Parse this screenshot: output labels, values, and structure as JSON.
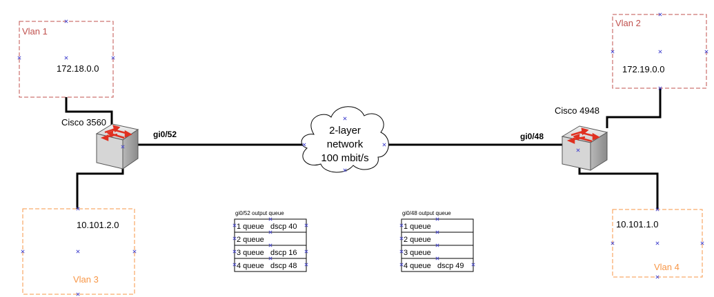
{
  "vlans": {
    "vlan1": {
      "name": "Vlan 1",
      "subnet": "172.18.0.0"
    },
    "vlan2": {
      "name": "Vlan 2",
      "subnet": "172.19.0.0"
    },
    "vlan3": {
      "name": "Vlan 3",
      "subnet": "10.101.2.0"
    },
    "vlan4": {
      "name": "Vlan 4",
      "subnet": "10.101.1.0"
    }
  },
  "switches": {
    "left": {
      "model": "Cisco 3560",
      "port": "gi0/52"
    },
    "right": {
      "model": "Cisco 4948",
      "port": "gi0/48"
    }
  },
  "cloud": {
    "line1": "2-layer",
    "line2": "network",
    "line3": "100 mbit/s"
  },
  "queues": {
    "left": {
      "title": "gi0/52 output queue",
      "rows": [
        {
          "queue": "1 queue",
          "dscp": "dscp 40"
        },
        {
          "queue": "2 queue",
          "dscp": ""
        },
        {
          "queue": "3 queue",
          "dscp": "dscp 16"
        },
        {
          "queue": "4 queue",
          "dscp": "dscp 48"
        }
      ]
    },
    "right": {
      "title": "gi0/48 output queue",
      "rows": [
        {
          "queue": "1 queue",
          "dscp": ""
        },
        {
          "queue": "2 queue",
          "dscp": ""
        },
        {
          "queue": "3 queue",
          "dscp": ""
        },
        {
          "queue": "4 queue",
          "dscp": "dscp 49"
        }
      ]
    }
  },
  "colors": {
    "vlan_red": "#c0504d",
    "vlan_orange": "#f79646",
    "link": "#000000",
    "switch_arrow": "#e03020",
    "marker": "#4a4ad0"
  }
}
